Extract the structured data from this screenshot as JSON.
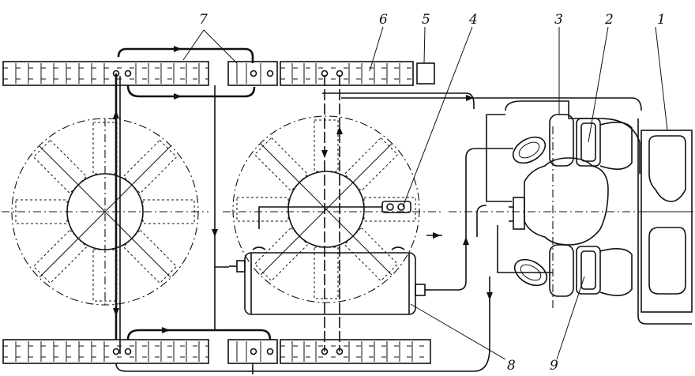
{
  "diagram": {
    "callouts": [
      {
        "id": "c1",
        "text": "1"
      },
      {
        "id": "c2",
        "text": "2"
      },
      {
        "id": "c3",
        "text": "3"
      },
      {
        "id": "c4",
        "text": "4"
      },
      {
        "id": "c5",
        "text": "5"
      },
      {
        "id": "c6",
        "text": "6"
      },
      {
        "id": "c7",
        "text": "7"
      },
      {
        "id": "c8",
        "text": "8"
      },
      {
        "id": "c9",
        "text": "9"
      }
    ]
  }
}
